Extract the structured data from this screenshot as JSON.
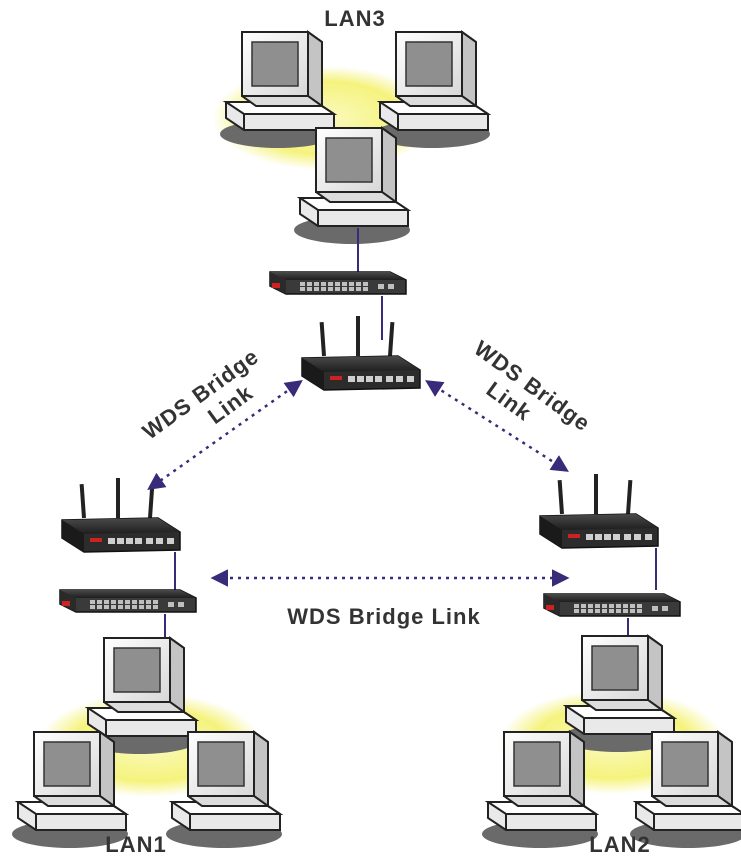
{
  "labels": {
    "lan3": "LAN3",
    "lan1": "LAN1",
    "lan2": "LAN2",
    "link_top_left_line1": "WDS Bridge",
    "link_top_left_line2": "Link",
    "link_top_right_line1": "WDS Bridge",
    "link_top_right_line2": "Link",
    "link_bottom": "WDS Bridge Link"
  },
  "colors": {
    "glow": "#f7f59a",
    "cable": "#3a2a7a",
    "link_arrow": "#3a2a7a",
    "device_dark": "#2a2a2a",
    "label_text": "#333333"
  },
  "icons": {
    "computer": "desktop-computer-icon",
    "switch": "network-switch-icon",
    "router": "wireless-router-icon"
  }
}
